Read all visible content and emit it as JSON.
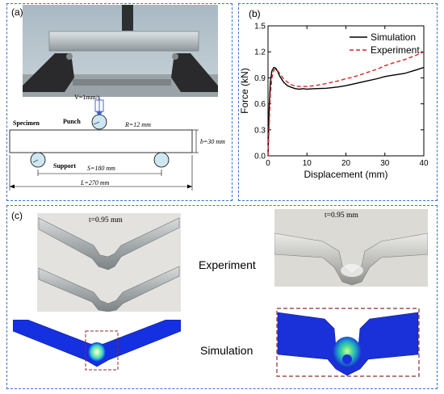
{
  "panel_a": {
    "label": "(a)",
    "velocity": "V=1mm/s",
    "specimen": "Specimen",
    "punch": "Punch",
    "radius": "R=12 mm",
    "thickness": "b=30 mm",
    "support": "Support",
    "span": "S=180 mm",
    "length": "L=270 mm"
  },
  "panel_b": {
    "label": "(b)",
    "chart_data": {
      "type": "line",
      "xlabel": "Displacement (mm)",
      "ylabel": "Force (kN)",
      "xlim": [
        0,
        40
      ],
      "ylim": [
        0,
        1.5
      ],
      "xticks": [
        "0",
        "10",
        "20",
        "30",
        "40"
      ],
      "yticks": [
        "0.0",
        "0.3",
        "0.6",
        "0.9",
        "1.2",
        "1.5"
      ],
      "legend_position": "top-right",
      "series": [
        {
          "name": "Simulation",
          "color": "#000000",
          "style": "solid",
          "x": [
            0,
            0.3,
            0.6,
            1.0,
            1.5,
            2.0,
            2.5,
            3,
            4,
            5,
            6,
            7,
            8,
            9,
            10,
            12,
            15,
            18,
            20,
            22,
            25,
            28,
            30,
            32,
            35,
            38,
            40
          ],
          "y": [
            0,
            0.55,
            0.85,
            0.98,
            1.02,
            1.01,
            0.97,
            0.92,
            0.85,
            0.81,
            0.79,
            0.775,
            0.77,
            0.775,
            0.77,
            0.775,
            0.78,
            0.795,
            0.81,
            0.83,
            0.86,
            0.89,
            0.915,
            0.93,
            0.95,
            0.99,
            1.02
          ]
        },
        {
          "name": "Experiment",
          "color": "#d62728",
          "style": "dashed",
          "x": [
            0,
            0.3,
            0.6,
            1.0,
            1.5,
            2.0,
            2.5,
            3,
            4,
            5,
            6,
            7,
            8,
            9,
            10,
            12,
            15,
            18,
            20,
            22,
            25,
            28,
            30,
            32,
            35,
            38,
            40
          ],
          "y": [
            0,
            0.35,
            0.7,
            0.9,
            0.99,
            1.0,
            0.98,
            0.95,
            0.89,
            0.85,
            0.82,
            0.805,
            0.8,
            0.8,
            0.8,
            0.81,
            0.835,
            0.865,
            0.89,
            0.91,
            0.955,
            1.0,
            1.04,
            1.07,
            1.11,
            1.16,
            1.2
          ]
        }
      ]
    }
  },
  "panel_c": {
    "label": "(c)",
    "thickness_left": "t=0.95 mm",
    "thickness_right": "t=0.95 mm",
    "experiment": "Experiment",
    "simulation": "Simulation"
  }
}
